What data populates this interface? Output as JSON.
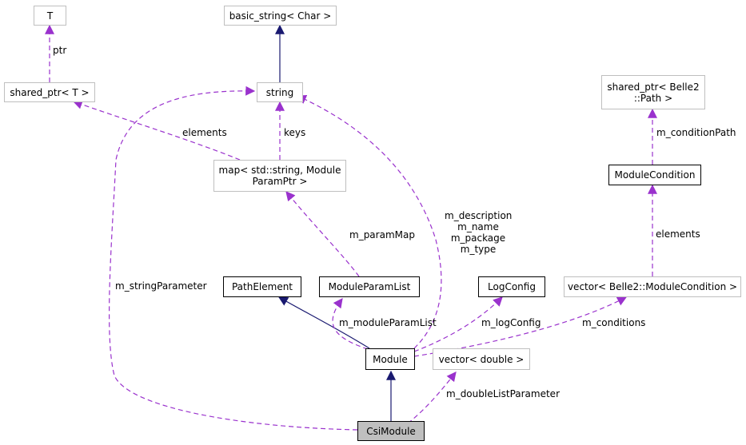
{
  "colors": {
    "inheritance_edge": "#191970",
    "usage_edge": "#9a32cd",
    "focus_fill": "#bfbfbf",
    "external_border": "#bfbfbf",
    "documented_border": "#000000"
  },
  "nodes": {
    "T": "T",
    "basic_string": "basic_string< Char >",
    "shared_ptr_T": "shared_ptr< T >",
    "string": "string",
    "shared_ptr_path_l1": "shared_ptr< Belle2",
    "shared_ptr_path_l2": "::Path >",
    "map_l1": "map< std::string, Module",
    "map_l2": "ParamPtr >",
    "module_condition": "ModuleCondition",
    "path_element": "PathElement",
    "module_param_list": "ModuleParamList",
    "log_config": "LogConfig",
    "vector_condition": "vector< Belle2::ModuleCondition >",
    "module": "Module",
    "vector_double": "vector< double >",
    "csi_module": "CsiModule"
  },
  "edge_labels": {
    "ptr": "ptr",
    "elements_map": "elements",
    "keys": "keys",
    "m_conditionPath": "m_conditionPath",
    "elements_vector": "elements",
    "m_paramMap": "m_paramMap",
    "module_string_l1": "m_description",
    "module_string_l2": "m_name",
    "module_string_l3": "m_package",
    "module_string_l4": "m_type",
    "m_stringParameter": "m_stringParameter",
    "m_moduleParamList": "m_moduleParamList",
    "m_logConfig": "m_logConfig",
    "m_conditions": "m_conditions",
    "m_doubleListParameter": "m_doubleListParameter"
  }
}
